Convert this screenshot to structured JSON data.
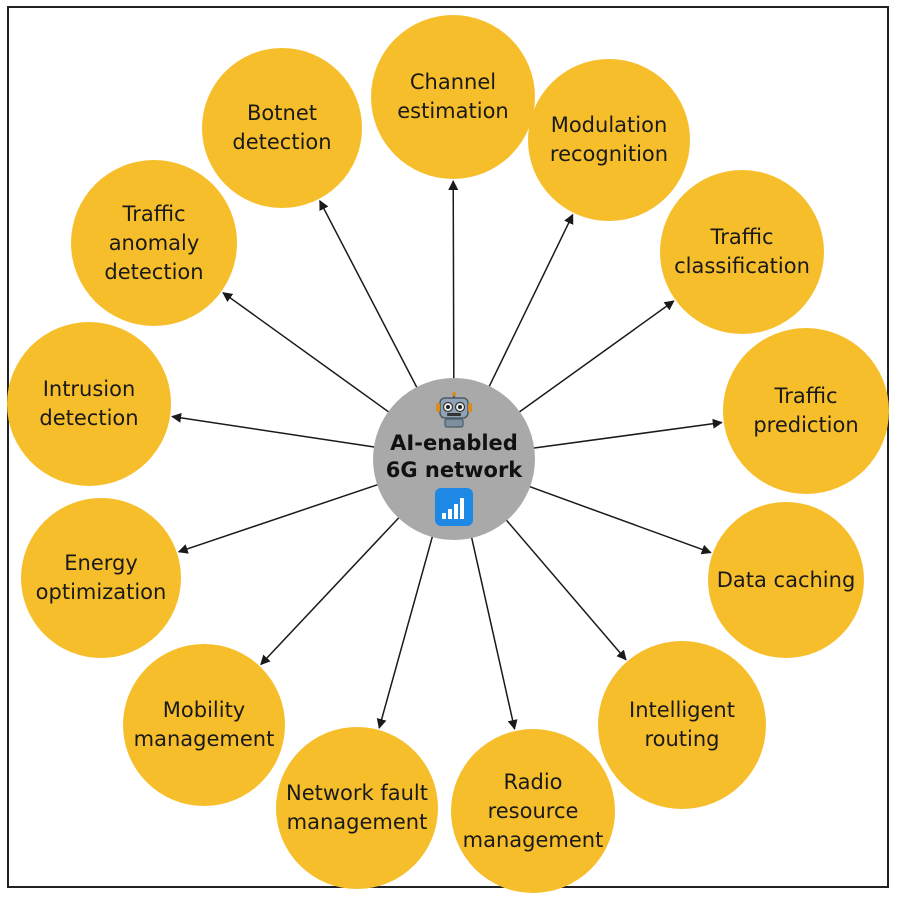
{
  "colors": {
    "node_fill": "#F7BE2B",
    "center_fill": "#A9A9A9",
    "arrow": "#1a1a1a",
    "border": "#222222"
  },
  "center": {
    "lines": [
      "AI-enabled",
      "6G network"
    ],
    "top_icon": "robot-icon",
    "bottom_icon": "signal-bars-icon"
  },
  "nodes": [
    {
      "id": "channel-estimation",
      "lines": [
        "Channel",
        "estimation"
      ]
    },
    {
      "id": "modulation-recognition",
      "lines": [
        "Modulation",
        "recognition"
      ]
    },
    {
      "id": "traffic-classification",
      "lines": [
        "Traffic",
        "classification"
      ]
    },
    {
      "id": "traffic-prediction",
      "lines": [
        "Traffic",
        "prediction"
      ]
    },
    {
      "id": "data-caching",
      "lines": [
        "Data caching"
      ]
    },
    {
      "id": "intelligent-routing",
      "lines": [
        "Intelligent",
        "routing"
      ]
    },
    {
      "id": "radio-resource-management",
      "lines": [
        "Radio",
        "resource",
        "management"
      ]
    },
    {
      "id": "network-fault-management",
      "lines": [
        "Network fault",
        "management"
      ]
    },
    {
      "id": "mobility-management",
      "lines": [
        "Mobility",
        "management"
      ]
    },
    {
      "id": "energy-optimization",
      "lines": [
        "Energy",
        "optimization"
      ]
    },
    {
      "id": "intrusion-detection",
      "lines": [
        "Intrusion",
        "detection"
      ]
    },
    {
      "id": "traffic-anomaly-detection",
      "lines": [
        "Traffic",
        "anomaly",
        "detection"
      ]
    },
    {
      "id": "botnet-detection",
      "lines": [
        "Botnet",
        "detection"
      ]
    }
  ]
}
